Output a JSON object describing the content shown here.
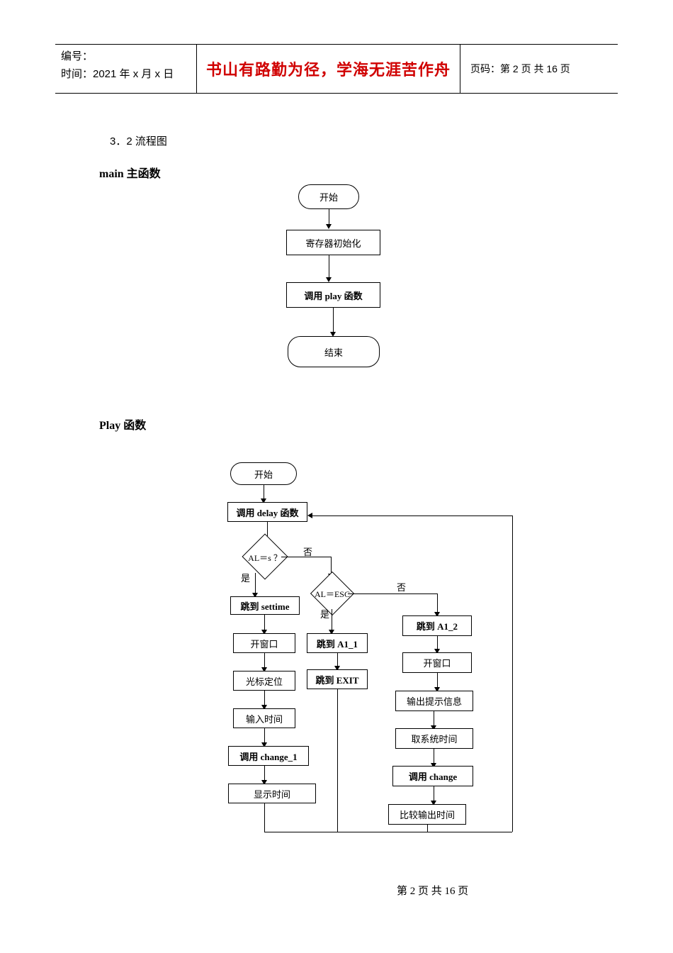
{
  "header": {
    "code_label": "编号：",
    "time_label": "时间：2021 年 x 月 x 日",
    "slogan": "书山有路勤为径，学海无涯苦作舟",
    "page_info": "页码：第 2 页  共 16 页"
  },
  "section": {
    "number_title": "3．2 流程图",
    "main_fn_title": "main  主函数",
    "play_fn_title": "Play 函数"
  },
  "main_flow": {
    "nodes": [
      {
        "id": "start",
        "label": "开始"
      },
      {
        "id": "init",
        "label": "寄存器初始化"
      },
      {
        "id": "call_play",
        "label": "调用 play 函数"
      },
      {
        "id": "end",
        "label": "结束"
      }
    ]
  },
  "play_flow": {
    "nodes": [
      {
        "id": "start",
        "label": "开始"
      },
      {
        "id": "call_delay",
        "label": "调用 delay 函数"
      },
      {
        "id": "dec_s",
        "label": "AL＝s ？"
      },
      {
        "id": "dec_esc",
        "label": "AL＝ESC"
      },
      {
        "id": "jmp_settime",
        "label": "跳到 settime"
      },
      {
        "id": "open_win_1",
        "label": "开窗口"
      },
      {
        "id": "cursor_pos",
        "label": "光标定位"
      },
      {
        "id": "input_time",
        "label": "输入时间"
      },
      {
        "id": "call_change_1",
        "label": "调用 change_1"
      },
      {
        "id": "show_time",
        "label": "显示时间"
      },
      {
        "id": "jmp_a1_1",
        "label": "跳到 A1_1"
      },
      {
        "id": "jmp_exit",
        "label": "跳到 EXIT"
      },
      {
        "id": "jmp_a1_2",
        "label": "跳到 A1_2"
      },
      {
        "id": "open_win_2",
        "label": "开窗口"
      },
      {
        "id": "out_msg",
        "label": "输出提示信息"
      },
      {
        "id": "get_systime",
        "label": "取系统时间"
      },
      {
        "id": "call_change",
        "label": "调用 change"
      },
      {
        "id": "cmp_out_time",
        "label": "比较输出时间"
      }
    ],
    "edge_labels": {
      "no_1": "否",
      "yes_1": "是",
      "no_2": "否",
      "yes_2": "是"
    }
  },
  "footer": {
    "text": "第 2 页  共 16 页"
  }
}
